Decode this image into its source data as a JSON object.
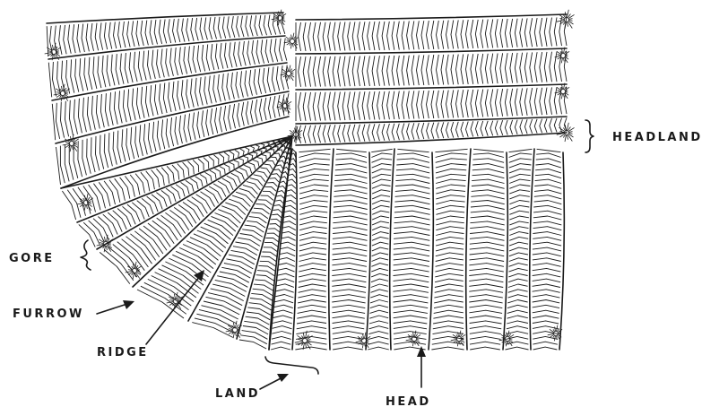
{
  "labels": {
    "headland": "HEADLAND",
    "gore": "GORE",
    "furrow": "FURROW",
    "ridge": "RIDGE",
    "land": "LAND",
    "head": "HEAD"
  },
  "colors": {
    "ink": "#1a1a1a",
    "paper": "#ffffff"
  }
}
